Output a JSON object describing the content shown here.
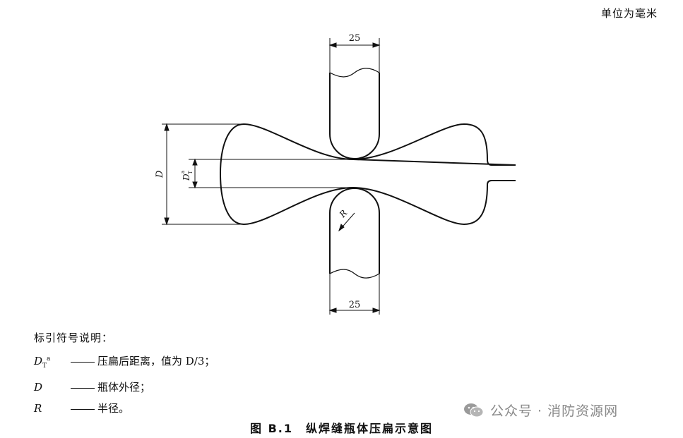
{
  "unit_note": "单位为毫米",
  "dims": {
    "top_width": "25",
    "bottom_width": "25",
    "d_label": "D",
    "dt_label": "D",
    "dt_sub": "T",
    "dt_sup": "a",
    "r_label": "R"
  },
  "legend": {
    "title": "标引符号说明：",
    "items": [
      {
        "symbol": "D",
        "sub": "T",
        "sup": "a",
        "text": "压扁后距离，值为 D/3；"
      },
      {
        "symbol": "D",
        "text": "瓶体外径；"
      },
      {
        "symbol": "R",
        "text": "半径。"
      }
    ]
  },
  "caption": {
    "number": "图 B.1",
    "title": "纵焊缝瓶体压扁示意图"
  },
  "watermark": "公众号 · 消防资源网",
  "icons": {
    "watermark": "wechat-icon"
  }
}
